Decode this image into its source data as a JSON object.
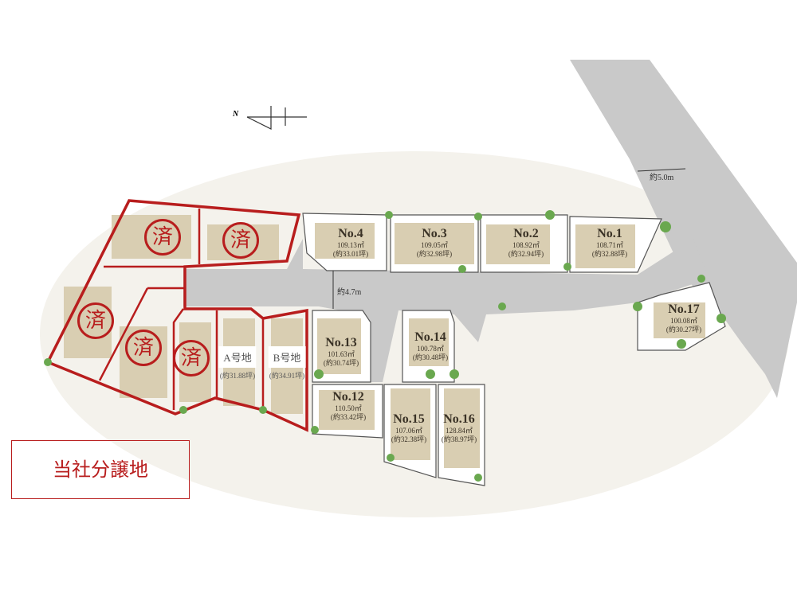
{
  "legend": {
    "label": "当社分譲地",
    "color": "#b81d1d"
  },
  "compass": {
    "label": "N"
  },
  "roads": [
    {
      "width": "約4.7m"
    },
    {
      "width": "約5.0m"
    }
  ],
  "lots": [
    {
      "no": "No.4",
      "area": "109.13㎡",
      "tsubo": "(約33.01坪)"
    },
    {
      "no": "No.3",
      "area": "109.05㎡",
      "tsubo": "(約32.98坪)"
    },
    {
      "no": "No.2",
      "area": "108.92㎡",
      "tsubo": "(約32.94坪)"
    },
    {
      "no": "No.1",
      "area": "108.71㎡",
      "tsubo": "(約32.88坪)"
    },
    {
      "no": "No.17",
      "area": "100.08㎡",
      "tsubo": "(約30.27坪)"
    },
    {
      "no": "No.13",
      "area": "101.63㎡",
      "tsubo": "(約30.74坪)"
    },
    {
      "no": "No.14",
      "area": "100.78㎡",
      "tsubo": "(約30.48坪)"
    },
    {
      "no": "No.12",
      "area": "110.50㎡",
      "tsubo": "(約33.42坪)"
    },
    {
      "no": "No.15",
      "area": "107.06㎡",
      "tsubo": "(約32.38坪)"
    },
    {
      "no": "No.16",
      "area": "128.84㎡",
      "tsubo": "(約38.97坪)"
    }
  ],
  "company_lots": [
    {
      "label": "A号地",
      "tsubo": "(約31.88坪)"
    },
    {
      "label": "B号地",
      "tsubo": "(約34.91坪)"
    }
  ],
  "sold_stamp": "済",
  "colors": {
    "road": "#c9c9c9",
    "building": "#d9ceb2",
    "outline": "#b81d1d",
    "tree": "#6aa84f"
  }
}
